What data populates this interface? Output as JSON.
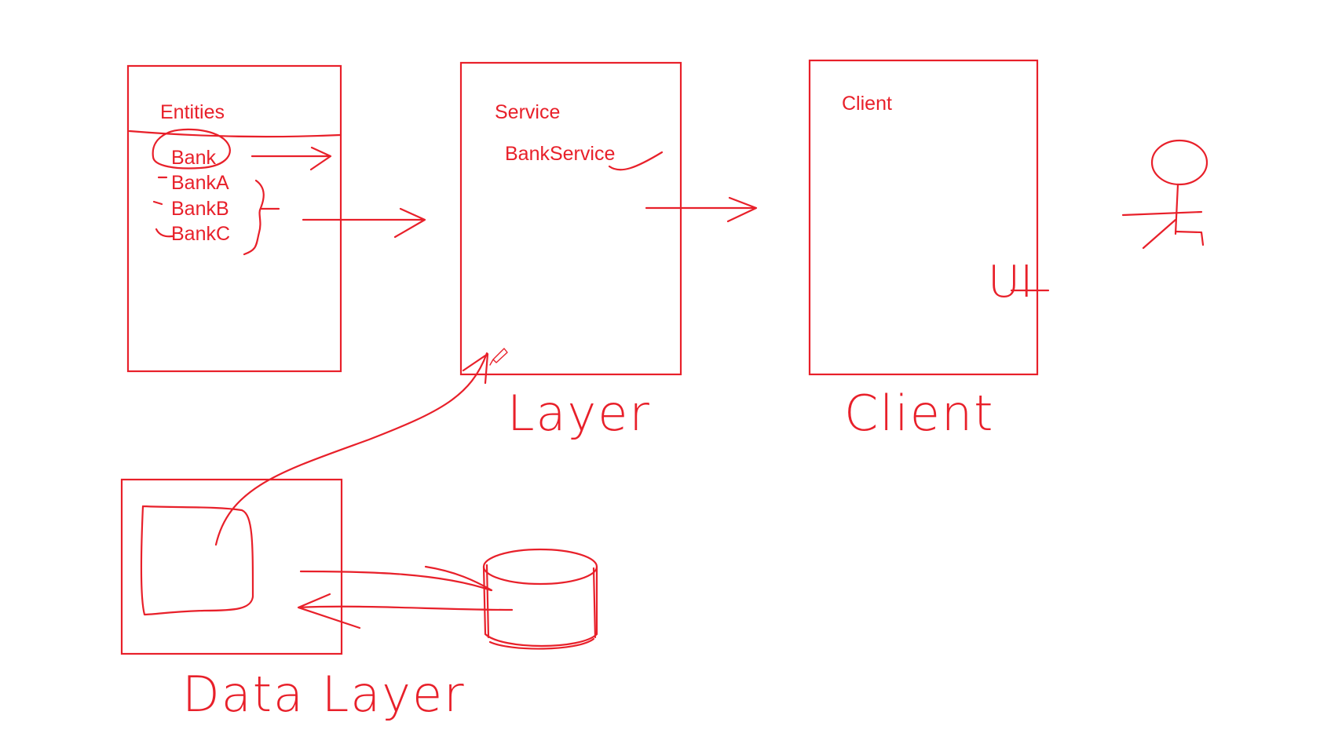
{
  "colors": {
    "ink": "#e8202a",
    "background": "#ffffff"
  },
  "entities": {
    "title": "Entities",
    "items": [
      "Bank",
      "BankA",
      "BankB",
      "BankC"
    ]
  },
  "service": {
    "title": "Service",
    "item": "BankService",
    "caption": "Layer"
  },
  "client": {
    "title": "Client",
    "ui_label": "UI",
    "caption": "Client"
  },
  "data_layer": {
    "caption": "Data Layer"
  },
  "icons": [
    "stick-figure-icon",
    "database-cylinder-icon",
    "pen-cursor-icon"
  ]
}
